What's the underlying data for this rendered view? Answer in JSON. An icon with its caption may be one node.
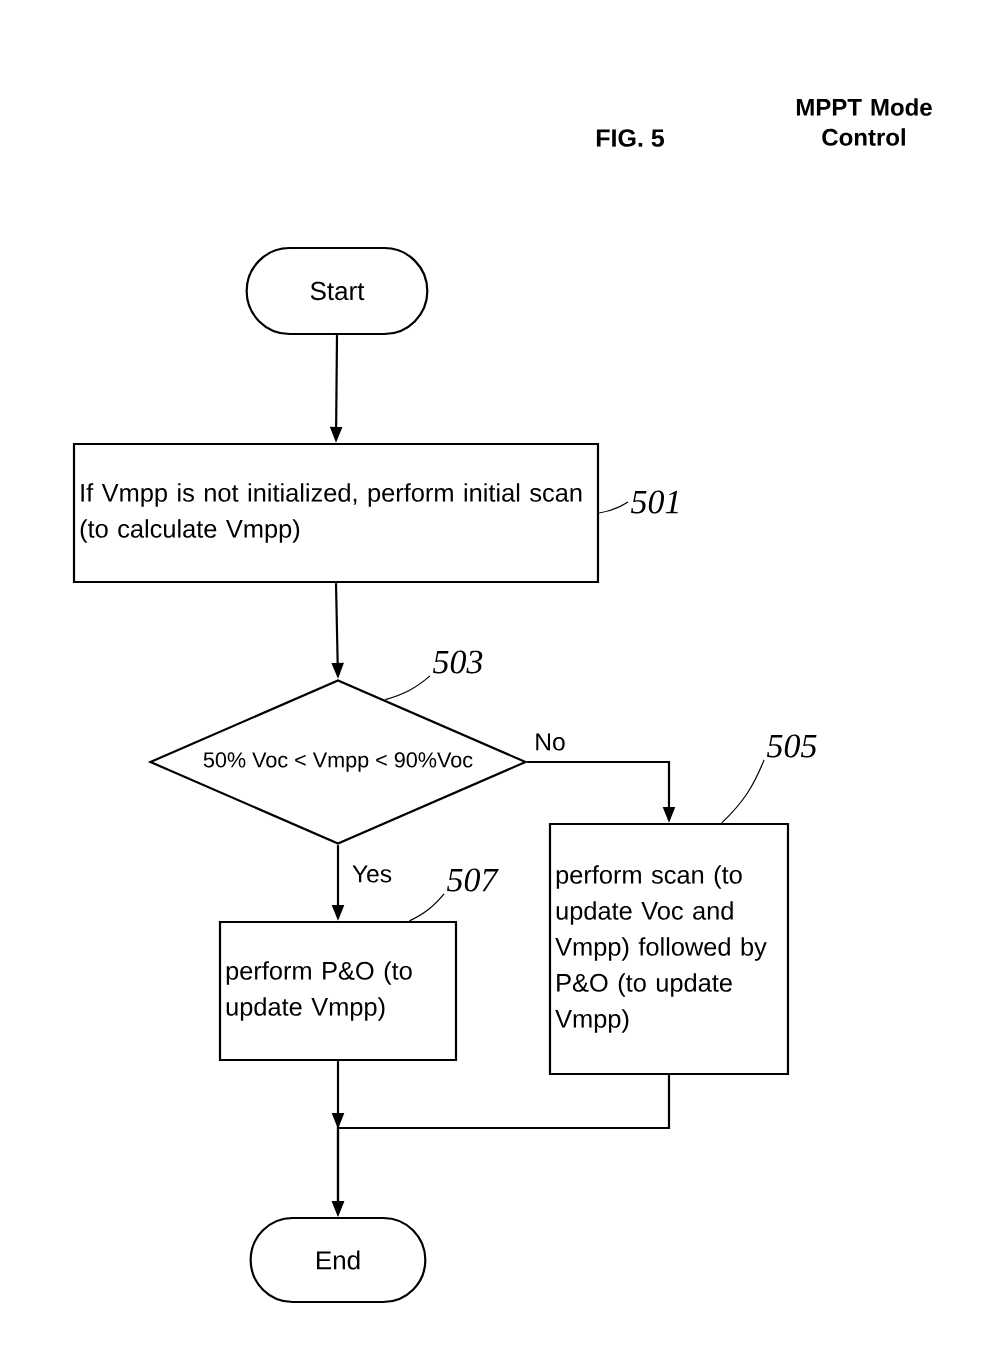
{
  "diagram": {
    "title": "MPPT Mode Control",
    "caption": "FIG. 5",
    "nodes": [
      {
        "text": [
          "Start"
        ]
      },
      {
        "text": [
          "If Vmpp is not initialized, perform initial scan (to calculate Vmpp)"
        ]
      },
      {
        "text": [
          "50% Voc < Vmpp < 90%Voc"
        ]
      },
      {
        "text": [
          "perform P&O (to update Vmpp)"
        ]
      },
      {
        "text": [
          "perform scan (to update Voc and Vmpp) followed by P&O (to update Vmpp)"
        ]
      },
      {
        "text": [
          "End"
        ]
      },
      {
        "text": [
          "501"
        ]
      },
      {
        "text": [
          "503"
        ]
      },
      {
        "text": [
          "505"
        ]
      },
      {
        "text": [
          "507"
        ]
      }
    ],
    "edges": [
      {
        "from": 0,
        "to": 1,
        "arrow": "to"
      },
      {
        "from": 1,
        "to": 2,
        "arrow": "to"
      },
      {
        "from": 2,
        "to": 4,
        "arrow": "to",
        "label": "No"
      },
      {
        "from": 2,
        "to": 3,
        "arrow": "to",
        "label": "Yes"
      },
      {
        "from": 3,
        "to": 5,
        "arrow": "to"
      },
      {
        "from": 4,
        "to": 5,
        "arrow": "to"
      },
      {
        "from": 6,
        "to": 1,
        "arrow": "none"
      },
      {
        "from": 7,
        "to": 2,
        "arrow": "none"
      },
      {
        "from": 8,
        "to": 4,
        "arrow": "none"
      },
      {
        "from": 9,
        "to": 3,
        "arrow": "none"
      }
    ]
  }
}
